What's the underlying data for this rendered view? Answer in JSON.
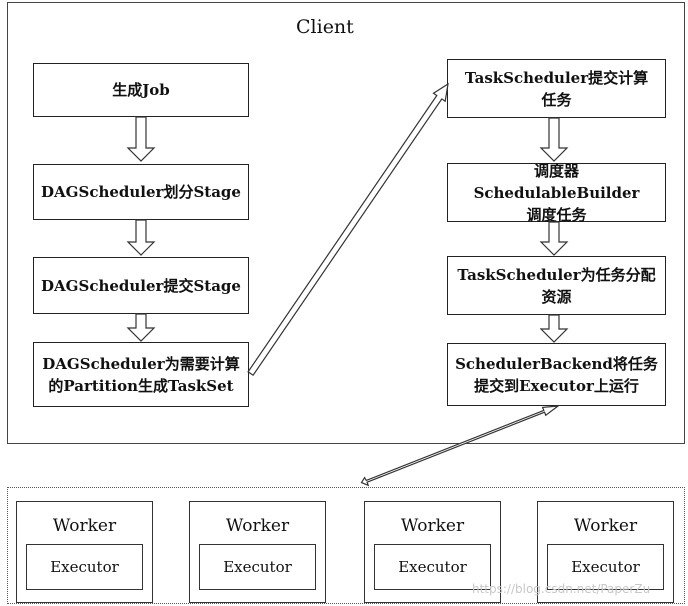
{
  "client": {
    "title": "Client",
    "left_column": [
      {
        "line1": "生成Job",
        "line2": ""
      },
      {
        "line1": "DAGScheduler划分Stage",
        "line2": ""
      },
      {
        "line1": "DAGScheduler提交Stage",
        "line2": ""
      },
      {
        "line1": "DAGScheduler为需要计算",
        "line2": "的Partition生成TaskSet"
      }
    ],
    "right_column": [
      {
        "line1": "TaskScheduler提交计算",
        "line2": "任务"
      },
      {
        "line1": "调度器SchedulableBuilder",
        "line2": "调度任务"
      },
      {
        "line1": "TaskScheduler为任务分配",
        "line2": "资源"
      },
      {
        "line1": "SchedulerBackend将任务",
        "line2": "提交到Executor上运行"
      }
    ]
  },
  "workers": [
    {
      "label": "Worker",
      "executor": "Executor"
    },
    {
      "label": "Worker",
      "executor": "Executor"
    },
    {
      "label": "Worker",
      "executor": "Executor"
    },
    {
      "label": "Worker",
      "executor": "Executor"
    }
  ],
  "watermark": "https://blog.csdn.net/PaperZu"
}
